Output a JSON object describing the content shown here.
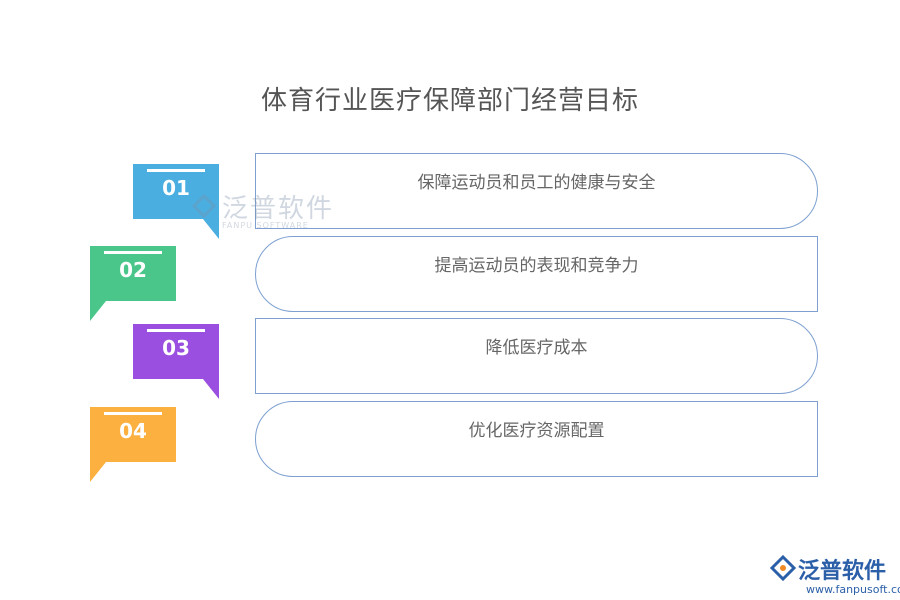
{
  "title": "体育行业医疗保障部门经营目标",
  "items": [
    {
      "number": "01",
      "text": "保障运动员和员工的健康与安全",
      "color": "#4aaee0"
    },
    {
      "number": "02",
      "text": "提高运动员的表现和竞争力",
      "color": "#4bc68a"
    },
    {
      "number": "03",
      "text": "降低医疗成本",
      "color": "#9b4fe0"
    },
    {
      "number": "04",
      "text": "优化医疗资源配置",
      "color": "#fbb040"
    }
  ],
  "watermark": {
    "name": "泛普软件",
    "sub": "FANPU SOFTWARE"
  },
  "logo": {
    "name": "泛普软件",
    "url": "www.fanpusoft.com"
  }
}
